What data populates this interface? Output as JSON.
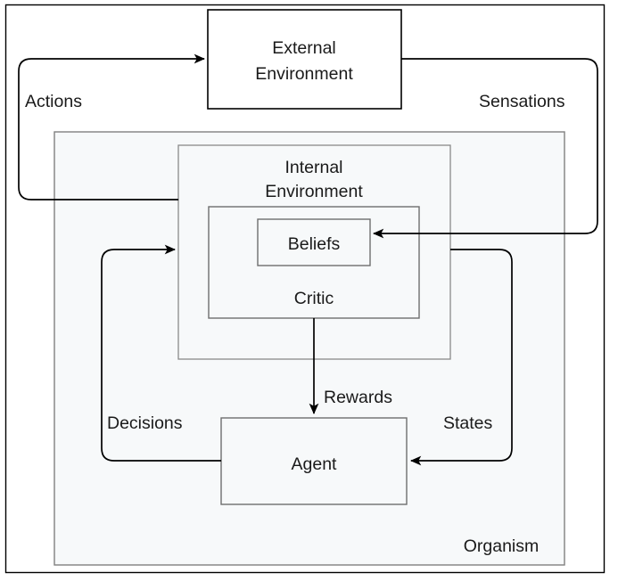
{
  "diagram": {
    "title_label": "Organism",
    "nodes": [
      {
        "id": "external-environment",
        "label": "External Environment",
        "line1": "External",
        "line2": "Environment"
      },
      {
        "id": "organism",
        "label": "Organism"
      },
      {
        "id": "internal-environment",
        "label": "Internal Environment",
        "line1": "Internal",
        "line2": "Environment"
      },
      {
        "id": "critic",
        "label": "Critic"
      },
      {
        "id": "beliefs",
        "label": "Beliefs"
      },
      {
        "id": "agent",
        "label": "Agent"
      }
    ],
    "edges": [
      {
        "id": "actions",
        "label": "Actions",
        "from": "internal-environment",
        "to": "external-environment"
      },
      {
        "id": "sensations",
        "label": "Sensations",
        "from": "external-environment",
        "to": "beliefs"
      },
      {
        "id": "decisions",
        "label": "Decisions",
        "from": "agent",
        "to": "internal-environment"
      },
      {
        "id": "states",
        "label": "States",
        "from": "internal-environment",
        "to": "agent"
      },
      {
        "id": "rewards",
        "label": "Rewards",
        "from": "critic",
        "to": "agent"
      }
    ]
  },
  "colors": {
    "background": "#ffffff",
    "node_fill_white": "#ffffff",
    "node_fill_shade": "#f7f9fa",
    "node_stroke_dark": "#000000",
    "node_stroke_gray": "#808080",
    "edge_stroke": "#000000",
    "text": "#1a1a1a"
  }
}
